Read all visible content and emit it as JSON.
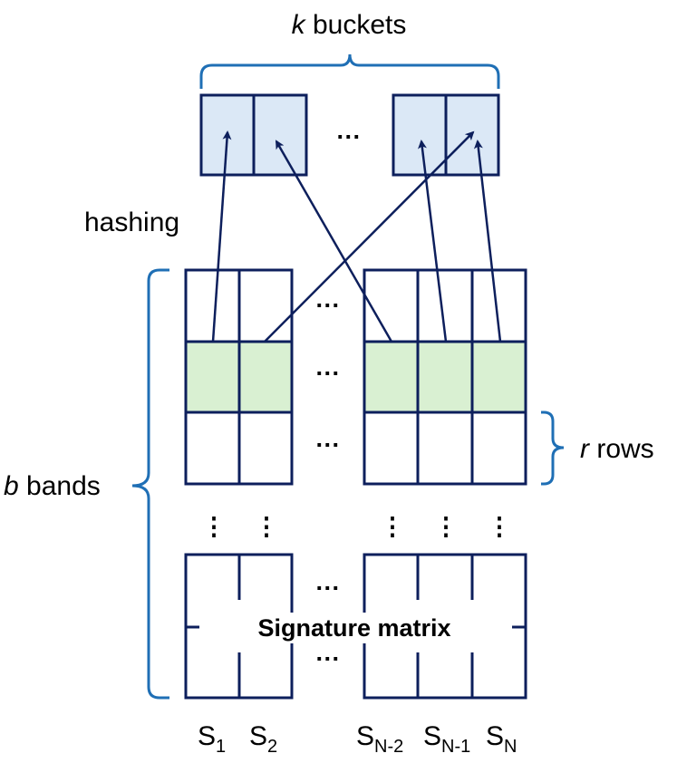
{
  "top_label": {
    "var": "k",
    "text": " buckets"
  },
  "side_hashing": "hashing",
  "left_label": {
    "var": "b",
    "text": " bands"
  },
  "right_label": {
    "var": "r",
    "text": " rows"
  },
  "ellipsis": "···",
  "vdots": "⋮",
  "center_label": "Signature matrix",
  "columns": [
    {
      "main": "S",
      "sub": "1"
    },
    {
      "main": "S",
      "sub": "2"
    },
    {
      "main": "S",
      "sub": "N-2"
    },
    {
      "main": "S",
      "sub": "N-1"
    },
    {
      "main": "S",
      "sub": "N"
    }
  ],
  "colors": {
    "stroke": "#0d1f5c",
    "brace": "#1f6fb5",
    "bucket_fill": "#dbe8f6",
    "band_fill": "#d9f0d2"
  }
}
